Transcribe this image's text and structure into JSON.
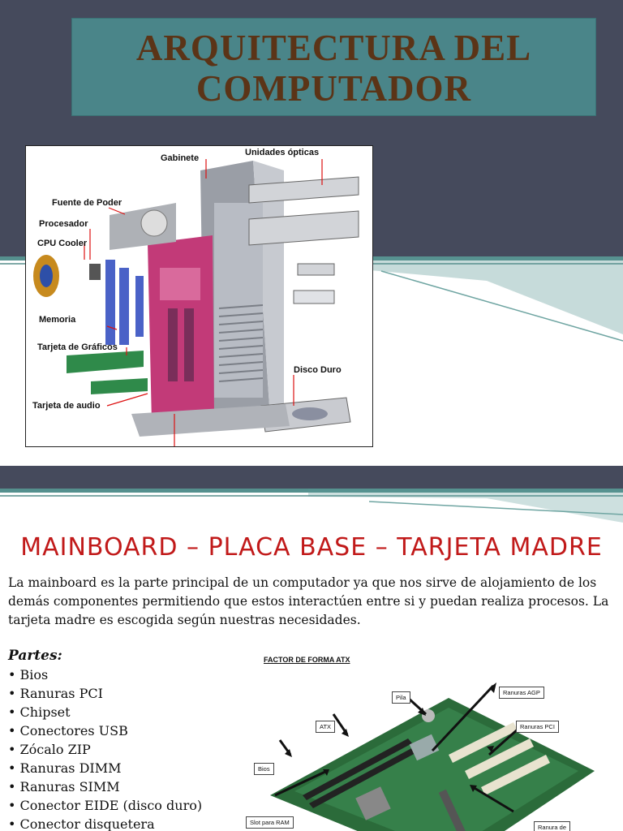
{
  "slide1": {
    "title_line1": "ARQUITECTURA DEL",
    "title_line2": "COMPUTADOR",
    "diagram_labels": {
      "gabinete": "Gabinete",
      "unidades_opticas": "Unidades ópticas",
      "fuente_de_poder": "Fuente de Poder",
      "procesador": "Procesador",
      "cpu_cooler": "CPU Cooler",
      "memoria": "Memoria",
      "tarjeta_graficos": "Tarjeta de Gráficos",
      "disco_duro": "Disco Duro",
      "tarjeta_audio": "Tarjeta de audio"
    }
  },
  "slide2": {
    "heading": "MAINBOARD – PLACA BASE – TARJETA MADRE",
    "paragraph": "La mainboard es la parte principal de un computador ya que nos sirve de alojamiento de los demás componentes permitiendo que estos interactúen entre si y puedan realiza procesos. La tarjeta madre es escogida según nuestras necesidades.",
    "partes_title": "Partes:",
    "partes": [
      "Bios",
      "Ranuras PCI",
      "Chipset",
      "Conectores USB",
      "Zócalo ZIP",
      "Ranuras DIMM",
      "Ranuras SIMM",
      "Conector EIDE (disco duro)",
      "Conector disquetera"
    ],
    "board_diagram": {
      "header": "FACTOR DE FORMA ATX",
      "labels": {
        "pila": "Pila",
        "ranuras_agp": "Ranuras AGP",
        "atx": "ATX",
        "ranuras_pci": "Ranuras PCI",
        "bios": "Bios",
        "slot_ram": "Slot para RAM",
        "ranura_de": "Ranura de"
      }
    }
  }
}
